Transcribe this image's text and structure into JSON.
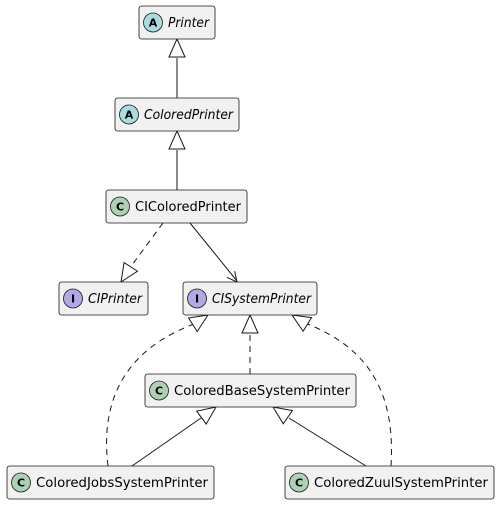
{
  "diagram": {
    "nodes": [
      {
        "id": "printer",
        "label": "Printer",
        "kind": "abstract",
        "glyph": "A"
      },
      {
        "id": "colored-printer",
        "label": "ColoredPrinter",
        "kind": "abstract",
        "glyph": "A"
      },
      {
        "id": "ci-colored-printer",
        "label": "CIColoredPrinter",
        "kind": "class",
        "glyph": "C"
      },
      {
        "id": "ci-printer",
        "label": "CIPrinter",
        "kind": "interface",
        "glyph": "I"
      },
      {
        "id": "ci-system-printer",
        "label": "CISystemPrinter",
        "kind": "interface",
        "glyph": "I"
      },
      {
        "id": "colored-base-system-printer",
        "label": "ColoredBaseSystemPrinter",
        "kind": "class",
        "glyph": "C"
      },
      {
        "id": "colored-jobs-system-printer",
        "label": "ColoredJobsSystemPrinter",
        "kind": "class",
        "glyph": "C"
      },
      {
        "id": "colored-zuul-system-printer",
        "label": "ColoredZuulSystemPrinter",
        "kind": "class",
        "glyph": "C"
      }
    ],
    "edges": [
      {
        "from": "colored-printer",
        "to": "printer",
        "type": "extends"
      },
      {
        "from": "ci-colored-printer",
        "to": "colored-printer",
        "type": "extends"
      },
      {
        "from": "ci-colored-printer",
        "to": "ci-printer",
        "type": "implements"
      },
      {
        "from": "ci-colored-printer",
        "to": "ci-system-printer",
        "type": "association"
      },
      {
        "from": "colored-base-system-printer",
        "to": "ci-system-printer",
        "type": "implements"
      },
      {
        "from": "colored-jobs-system-printer",
        "to": "ci-system-printer",
        "type": "implements"
      },
      {
        "from": "colored-zuul-system-printer",
        "to": "ci-system-printer",
        "type": "implements"
      },
      {
        "from": "colored-jobs-system-printer",
        "to": "colored-base-system-printer",
        "type": "extends"
      },
      {
        "from": "colored-zuul-system-printer",
        "to": "colored-base-system-printer",
        "type": "extends"
      }
    ],
    "colors": {
      "class_glyph": "#add1b2",
      "abstract_glyph": "#a9dcdf",
      "interface_glyph": "#b4a7e5",
      "box_fill": "#f1f1f1",
      "border": "#181818"
    }
  }
}
